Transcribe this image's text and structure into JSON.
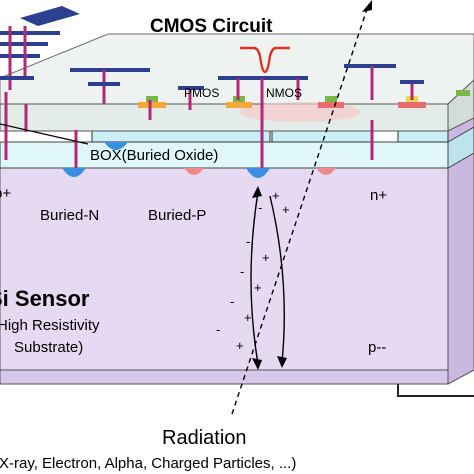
{
  "diagram": {
    "title": "CMOS Circuit",
    "labels": {
      "pmos": "PMOS",
      "nmos": "NMOS",
      "box": "BOX(Buried  Oxide)",
      "p_plus": "p+",
      "n_plus": "n+",
      "buried_n": "Buried-N",
      "buried_p": "Buried-P",
      "sensor_title": "Si  Sensor",
      "sensor_line1": "(High  Resistivity",
      "sensor_line2": "Substrate)",
      "p_minus": "p--",
      "radiation": "Radiation",
      "radiation_types": "(X-ray,  Electron,  Alpha,  Charged  Particles,  ...)"
    },
    "charges": [
      "+",
      "-",
      "+",
      "-",
      "+",
      "-",
      "+",
      "-",
      "+",
      "-",
      "+"
    ],
    "colors": {
      "substrate": "#e6daf2",
      "substrate_side": "#cbb8e0",
      "circuit_layer": "#eef3f1",
      "box_layer": "#c9eef6",
      "metal": "#2d3f8f",
      "via": "#b0287a",
      "buried_n": "#3a8fe0",
      "buried_p": "#f08a8a",
      "signal": "#e03020"
    }
  }
}
